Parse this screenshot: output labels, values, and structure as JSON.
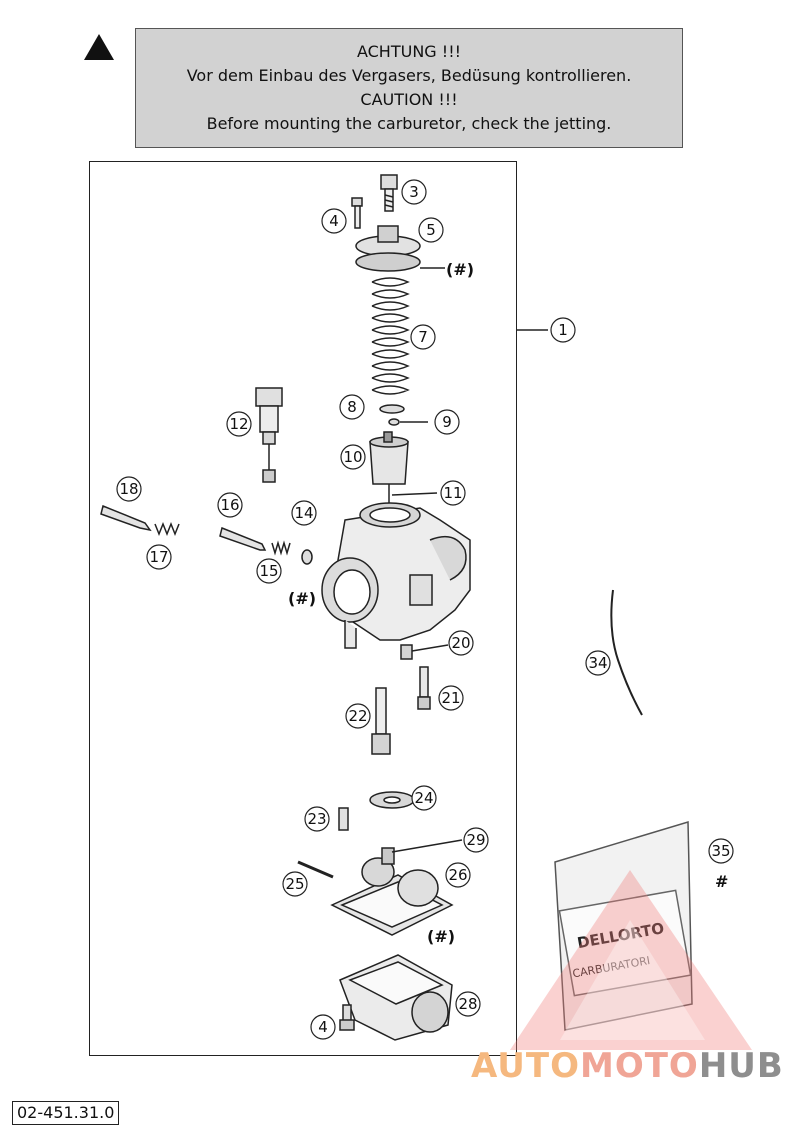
{
  "caution_box": {
    "line1": "ACHTUNG !!!",
    "line2": "Vor dem Einbau des Vergasers, Bedüsung kontrollieren.",
    "line3": "CAUTION !!!",
    "line4": "Before mounting the carburetor, check the jetting."
  },
  "callouts": {
    "c1": "1",
    "c3": "3",
    "c4a": "4",
    "c4b": "4",
    "c5": "5",
    "c7": "7",
    "c8": "8",
    "c9": "9",
    "c10": "10",
    "c11": "11",
    "c12": "12",
    "c14": "14",
    "c15": "15",
    "c16": "16",
    "c17": "17",
    "c18": "18",
    "c20": "20",
    "c21": "21",
    "c22": "22",
    "c23": "23",
    "c24": "24",
    "c25": "25",
    "c26": "26",
    "c28": "28",
    "c29": "29",
    "c34": "34",
    "c35": "35"
  },
  "hash_notes": {
    "h1": "(#)",
    "h2": "(#)",
    "h3": "(#)",
    "h35": "#"
  },
  "package": {
    "brand": "DELLORTO",
    "product": "CARBURATORI"
  },
  "reference_code": "02-451.31.0",
  "watermark": {
    "part1": "AUTO",
    "part2": "MOTO",
    "part3": "HUB"
  }
}
